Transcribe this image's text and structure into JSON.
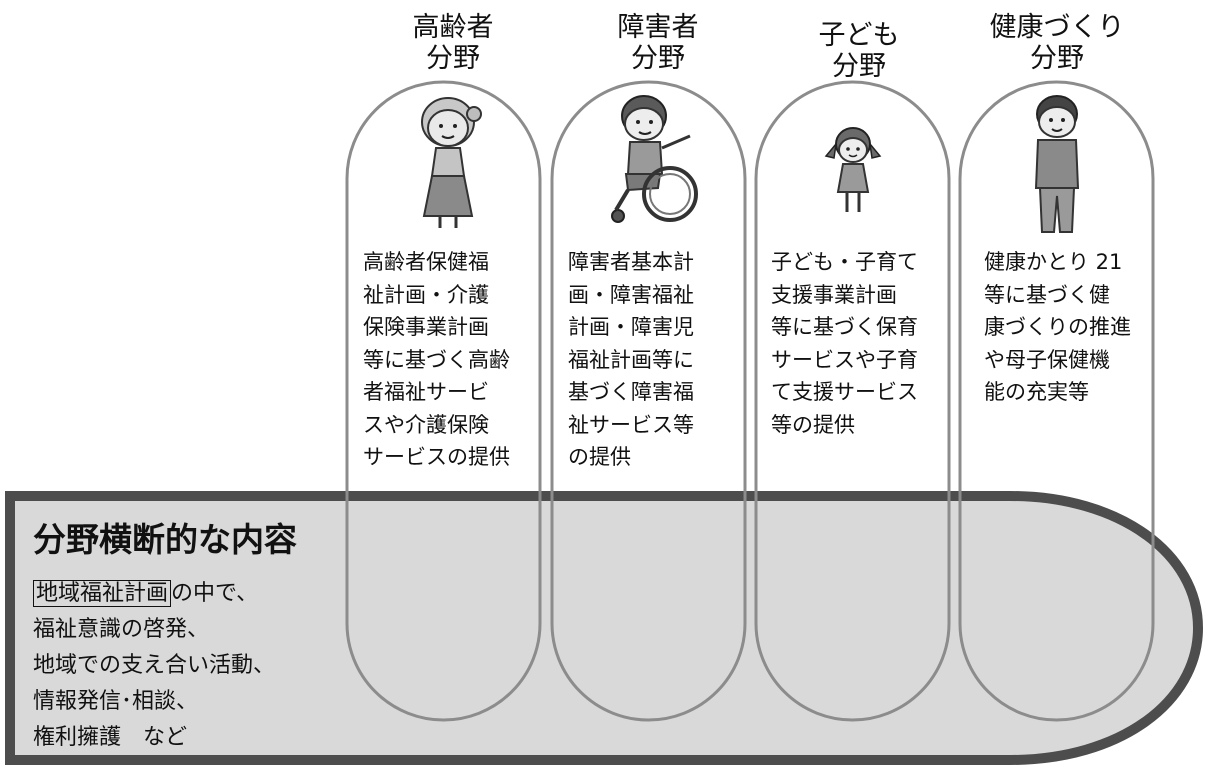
{
  "fields": [
    {
      "id": "elderly",
      "title_lines": [
        "高齢者",
        "分野"
      ],
      "description_lines": [
        "高齢者保健福",
        "祉計画・介護",
        "保険事業計画",
        "等に基づく高齢",
        "者福祉サービ",
        "スや介護保険",
        "サービスの提供"
      ],
      "illustration": "elderly-woman-icon"
    },
    {
      "id": "disability",
      "title_lines": [
        "障害者",
        "分野"
      ],
      "description_lines": [
        "障害者基本計",
        "画・障害福祉",
        "計画・障害児",
        "福祉計画等に",
        "基づく障害福",
        "祉サービス等",
        "の提供"
      ],
      "illustration": "wheelchair-user-icon"
    },
    {
      "id": "children",
      "title_lines": [
        "子ども",
        "分野"
      ],
      "description_lines": [
        "子ども・子育て",
        "支援事業計画",
        "等に基づく保育",
        "サービスや子育",
        "て支援サービス",
        "等の提供"
      ],
      "illustration": "child-icon"
    },
    {
      "id": "health",
      "title_lines": [
        "健康づくり",
        "分野"
      ],
      "description_lines": [
        "健康かとり 21",
        "等に基づく健",
        "康づくりの推進",
        "や母子保健機",
        "能の充実等"
      ],
      "illustration": "man-icon"
    }
  ],
  "cross_sectional": {
    "title": "分野横断的な内容",
    "plan_name": "地域福祉計画",
    "line1_rest": "の中で、",
    "lines": [
      "福祉意識の啓発、",
      "地域での支え合い活動、",
      "情報発信･相談、",
      "権利擁護　など"
    ]
  },
  "colors": {
    "band_fill": "#d9d9d9",
    "band_stroke": "#4d4d4d",
    "capsule_stroke": "#8c8c8c",
    "text": "#111111"
  }
}
